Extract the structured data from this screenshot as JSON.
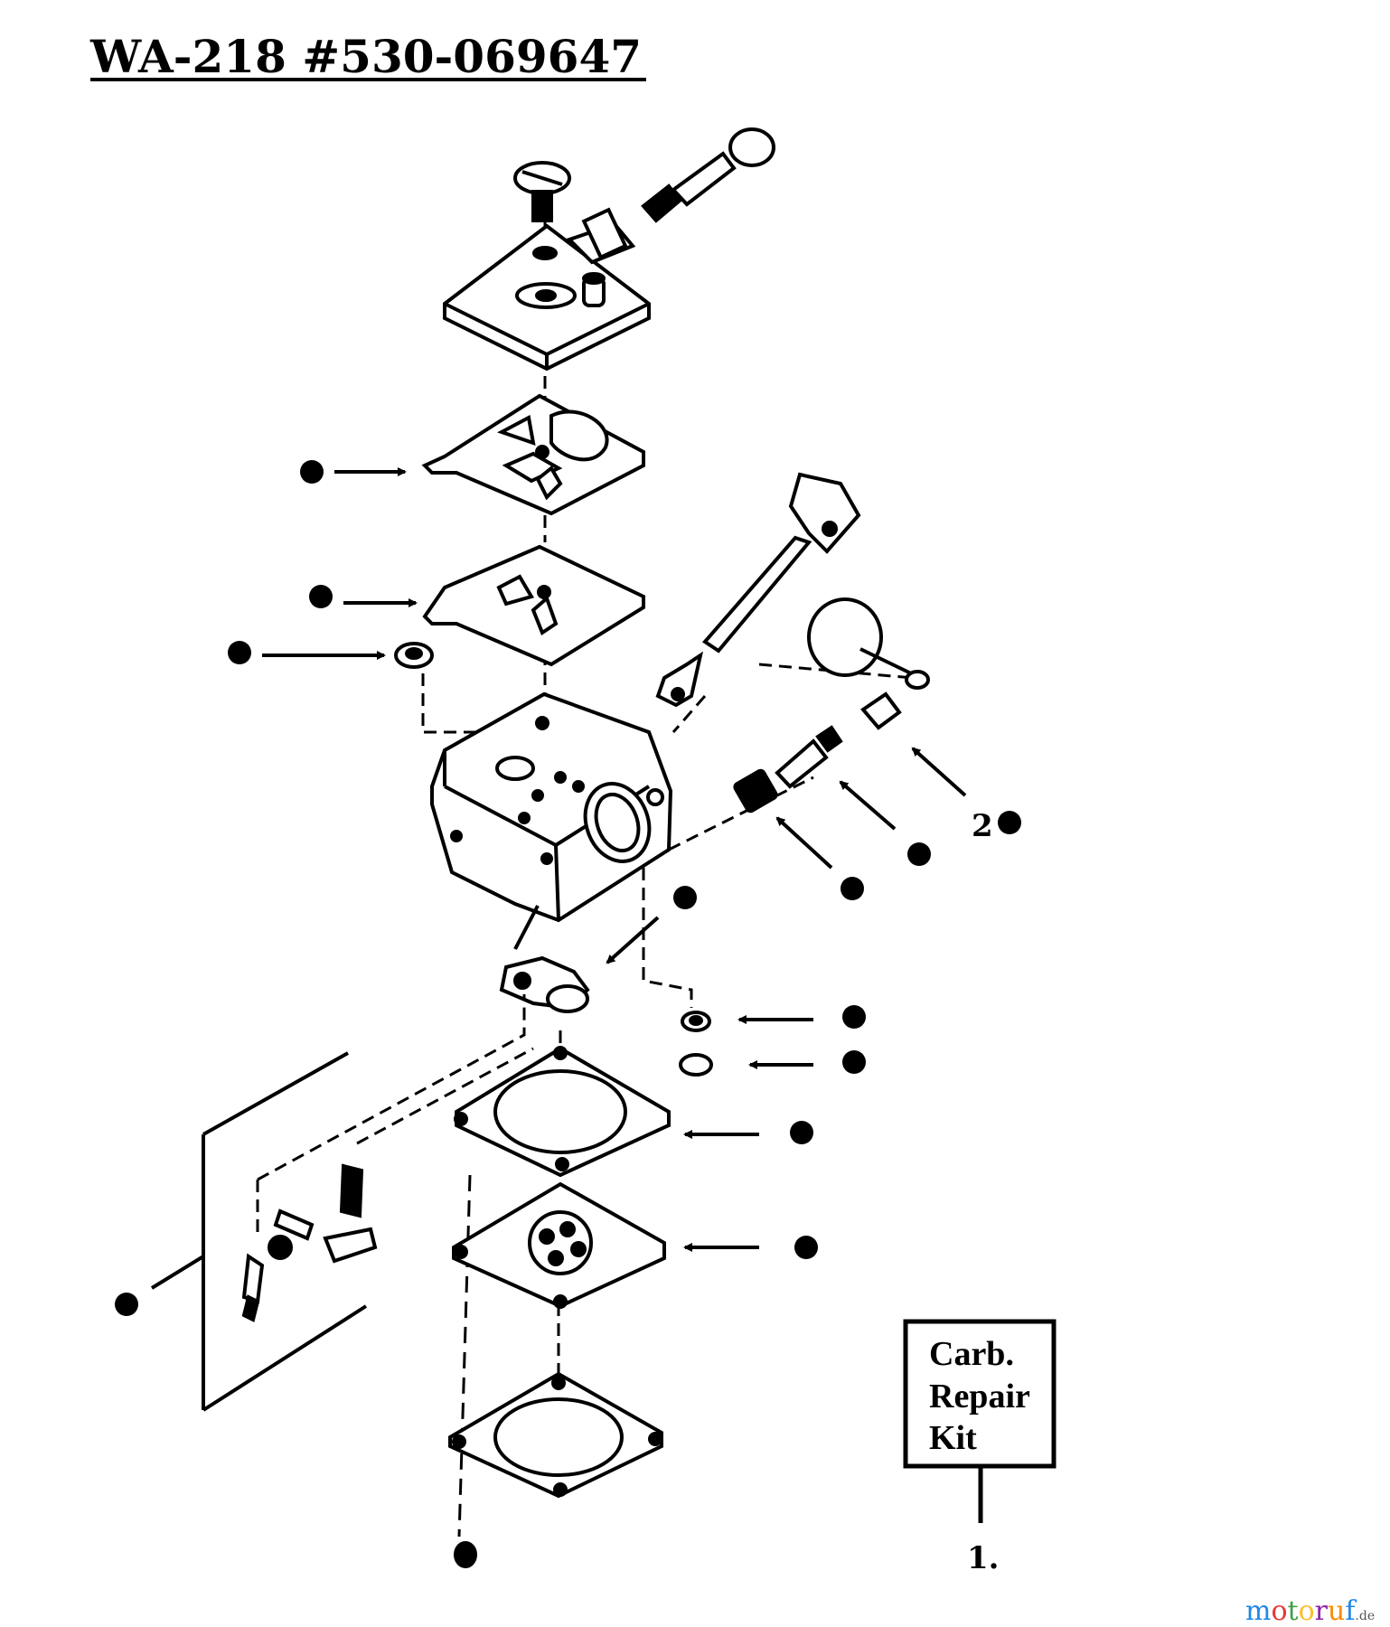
{
  "title": "WA-218  #530-069647",
  "kit_box": {
    "lines": [
      "Carb.",
      "Repair",
      "Kit"
    ],
    "number": "1."
  },
  "callout_label": "2",
  "watermark": {
    "main": "motoruf",
    "suffix": ".de",
    "colors": [
      "#1e88e5",
      "#e53935",
      "#43a047",
      "#fbc02d",
      "#8e24aa",
      "#fb8c00",
      "#1e88e5"
    ]
  },
  "icons": [
    "kit-part-marker-dot",
    "arrow-icon",
    "screw-icon",
    "gasket-icon",
    "diaphragm-icon",
    "carburetor-body-icon",
    "throttle-shaft-icon"
  ]
}
